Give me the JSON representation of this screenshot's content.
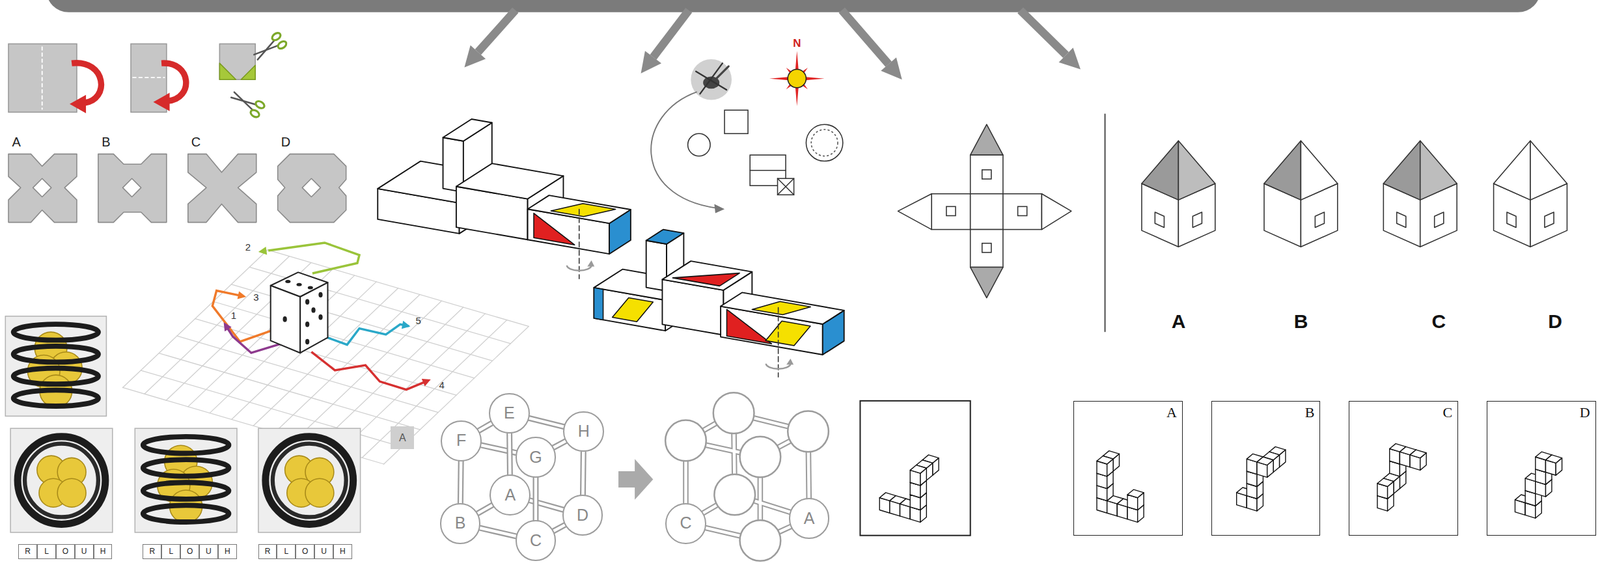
{
  "diagram": {
    "nodes": [
      {
        "text": [
          "A"
        ]
      },
      {
        "text": [
          "R"
        ]
      },
      {
        "text": [
          "L"
        ]
      },
      {
        "text": [
          "O"
        ]
      },
      {
        "text": [
          "U"
        ]
      },
      {
        "text": [
          "H"
        ]
      },
      {
        "text": [
          "R"
        ]
      },
      {
        "text": [
          "L"
        ]
      },
      {
        "text": [
          "O"
        ]
      },
      {
        "text": [
          "U"
        ]
      },
      {
        "text": [
          "H"
        ]
      },
      {
        "text": [
          "R"
        ]
      },
      {
        "text": [
          "L"
        ]
      },
      {
        "text": [
          "O"
        ]
      },
      {
        "text": [
          "U"
        ]
      },
      {
        "text": [
          "H"
        ]
      },
      {
        "text": [
          "E"
        ]
      },
      {
        "text": [
          "F"
        ]
      },
      {
        "text": [
          "H"
        ]
      },
      {
        "text": [
          "G"
        ]
      },
      {
        "text": [
          "A"
        ]
      },
      {
        "text": [
          "B"
        ]
      },
      {
        "text": [
          "D"
        ]
      },
      {
        "text": [
          "C"
        ]
      },
      {
        "text": [
          "C"
        ]
      },
      {
        "text": [
          "A"
        ]
      },
      {
        "text": [
          "A"
        ]
      },
      {
        "text": [
          "B"
        ]
      },
      {
        "text": [
          "C"
        ]
      },
      {
        "text": [
          "D"
        ]
      }
    ],
    "edges": [
      {
        "from": 16,
        "to": 17,
        "arrow": "none"
      },
      {
        "from": 16,
        "to": 18,
        "arrow": "none"
      },
      {
        "from": 17,
        "to": 19,
        "arrow": "none"
      },
      {
        "from": 19,
        "to": 18,
        "arrow": "none"
      },
      {
        "from": 20,
        "to": 21,
        "arrow": "none"
      },
      {
        "from": 20,
        "to": 22,
        "arrow": "none"
      },
      {
        "from": 21,
        "to": 23,
        "arrow": "none"
      },
      {
        "from": 23,
        "to": 22,
        "arrow": "none"
      },
      {
        "from": 16,
        "to": 20,
        "arrow": "none"
      },
      {
        "from": 17,
        "to": 21,
        "arrow": "none"
      },
      {
        "from": 18,
        "to": 22,
        "arrow": "none"
      },
      {
        "from": 19,
        "to": 23,
        "arrow": "none"
      }
    ],
    "labels": [
      "A",
      "B",
      "C",
      "D",
      "2",
      "3",
      "1",
      "5",
      "4",
      "N",
      "A",
      "B",
      "C",
      "D"
    ]
  }
}
